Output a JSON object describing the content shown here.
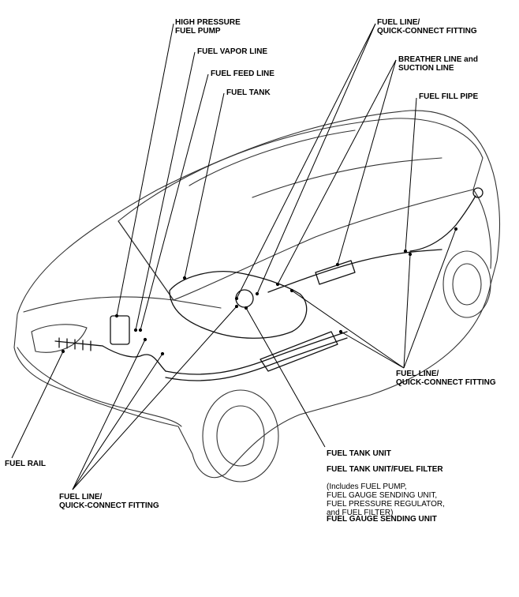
{
  "labels": {
    "high_pressure_fuel_pump": [
      "HIGH PRESSURE",
      "FUEL PUMP"
    ],
    "fuel_vapor_line": "FUEL VAPOR LINE",
    "fuel_feed_line": "FUEL FEED LINE",
    "fuel_tank": "FUEL TANK",
    "fuel_line_top": [
      "FUEL LINE/",
      "QUICK-CONNECT FITTING"
    ],
    "breather_suction": [
      "BREATHER LINE and",
      "SUCTION LINE"
    ],
    "fuel_fill_pipe": "FUEL FILL PIPE",
    "fuel_line_right": [
      "FUEL LINE/",
      "QUICK-CONNECT FITTING"
    ],
    "fuel_rail": "FUEL RAIL",
    "fuel_line_bottom": [
      "FUEL LINE/",
      "QUICK-CONNECT FITTING"
    ],
    "fuel_tank_unit": "FUEL TANK UNIT",
    "fuel_tank_unit_filter": "FUEL TANK UNIT/FUEL FILTER",
    "includes_note": [
      "(Includes FUEL PUMP,",
      "FUEL GAUGE SENDING UNIT,",
      "FUEL PRESSURE REGULATOR,",
      "and FUEL FILTER)"
    ],
    "fuel_gauge_sending_unit": "FUEL GAUGE SENDING UNIT"
  },
  "colors": {
    "line": "#000000",
    "car_outline": "#333333",
    "background": "#ffffff"
  }
}
